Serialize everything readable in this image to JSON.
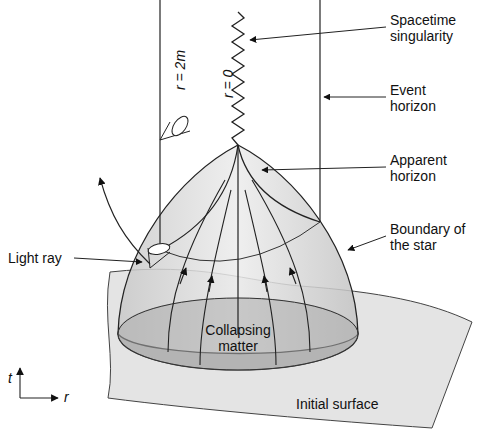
{
  "diagram": {
    "nodes": [
      {
        "text": [
          "Collapsing matter"
        ]
      }
    ],
    "labels": [
      "Spacetime singularity",
      "Event horizon",
      "Apparent horizon",
      "Boundary of the star",
      "Light ray",
      "Initial surface",
      "r = 2m",
      "r = 0",
      "t",
      "r"
    ]
  }
}
